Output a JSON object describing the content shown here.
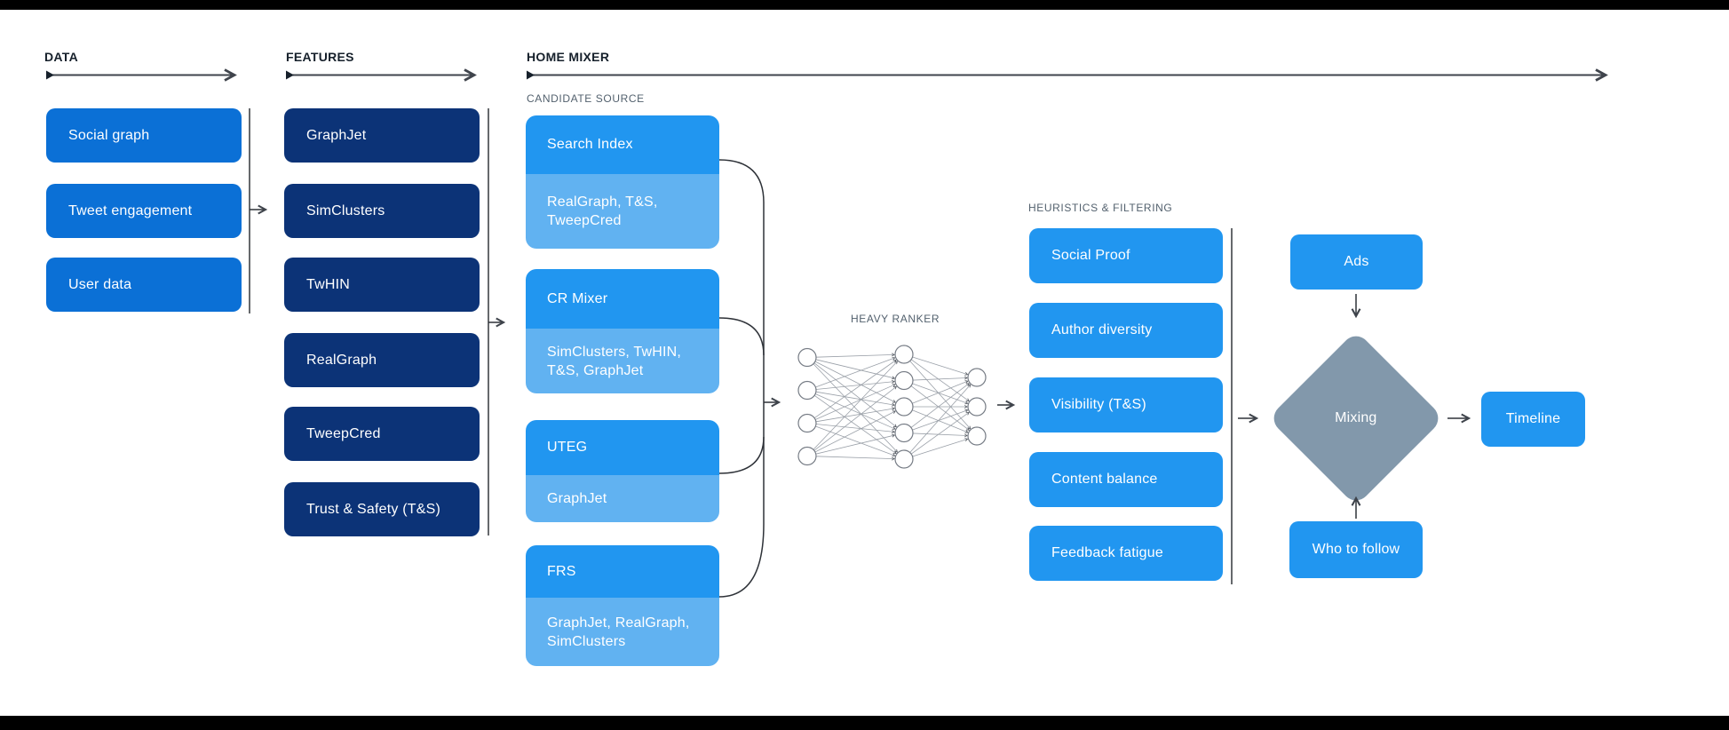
{
  "palette": {
    "data_box": "#0B70D6",
    "features_box": "#0C3377",
    "primary_box": "#2196F0",
    "sub_box": "#61B2F1",
    "diamond": "#8298AB",
    "header_text": "#16202B",
    "muted_label": "#53616E",
    "line": "#3F444C"
  },
  "headers": {
    "data": "DATA",
    "features": "FEATURES",
    "home_mixer": "HOME MIXER"
  },
  "data_column": {
    "items": [
      {
        "label": "Social graph"
      },
      {
        "label": "Tweet engagement"
      },
      {
        "label": "User data"
      }
    ]
  },
  "features_column": {
    "items": [
      {
        "label": "GraphJet"
      },
      {
        "label": "SimClusters"
      },
      {
        "label": "TwHIN"
      },
      {
        "label": "RealGraph"
      },
      {
        "label": "TweepCred"
      },
      {
        "label": "Trust & Safety (T&S)"
      }
    ]
  },
  "candidate_source": {
    "label": "CANDIDATE SOURCE",
    "items": [
      {
        "name": "Search Index",
        "sources": "RealGraph, T&S, TweepCred"
      },
      {
        "name": "CR Mixer",
        "sources": "SimClusters, TwHIN, T&S, GraphJet"
      },
      {
        "name": "UTEG",
        "sources": "GraphJet"
      },
      {
        "name": "FRS",
        "sources": "GraphJet, RealGraph, SimClusters"
      }
    ]
  },
  "heavy_ranker": {
    "label": "HEAVY RANKER",
    "layers": [
      4,
      5,
      3
    ]
  },
  "heuristics": {
    "label": "HEURISTICS & FILTERING",
    "items": [
      {
        "label": "Social Proof"
      },
      {
        "label": "Author diversity"
      },
      {
        "label": "Visibility (T&S)"
      },
      {
        "label": "Content balance"
      },
      {
        "label": "Feedback fatigue"
      }
    ]
  },
  "mixing_stage": {
    "ads": "Ads",
    "diamond": "Mixing",
    "who_to_follow": "Who to follow",
    "timeline": "Timeline"
  }
}
